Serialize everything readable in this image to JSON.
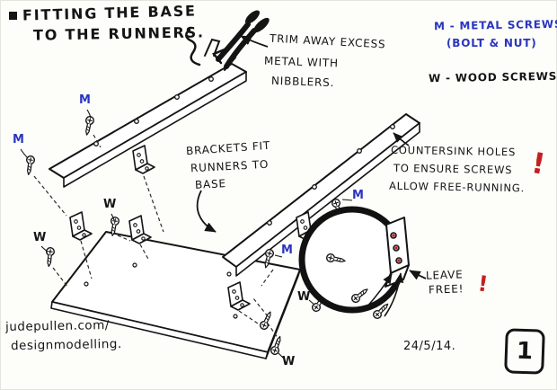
{
  "colors": {
    "ink": "#141414",
    "blue": "#2a35c0",
    "red": "#c41f1f",
    "paper": "#fdfdfa"
  },
  "title": {
    "line1": "FITTING THE BASE",
    "line2": "TO THE RUNNERS."
  },
  "legend": {
    "metal": "M - METAL SCREWS",
    "metal_sub": "(BOLT & NUT)",
    "wood": "W - WOOD SCREWS"
  },
  "notes": {
    "trim": [
      "TRIM AWAY EXCESS",
      "METAL WITH",
      "NIBBLERS."
    ],
    "brackets": [
      "BRACKETS FIT",
      "RUNNERS TO",
      "BASE"
    ],
    "countersink": [
      "COUNTERSINK HOLES",
      "TO ENSURE SCREWS",
      "ALLOW FREE-RUNNING."
    ],
    "leave_free": [
      "LEAVE",
      "FREE!"
    ]
  },
  "markers": {
    "metal": "M",
    "wood": "W"
  },
  "punctuation": {
    "exclaim": "!"
  },
  "footer": {
    "site_line1": "judepullen.com/",
    "site_line2": "designmodelling.",
    "date": "24/5/14."
  },
  "page": {
    "number": "1"
  }
}
